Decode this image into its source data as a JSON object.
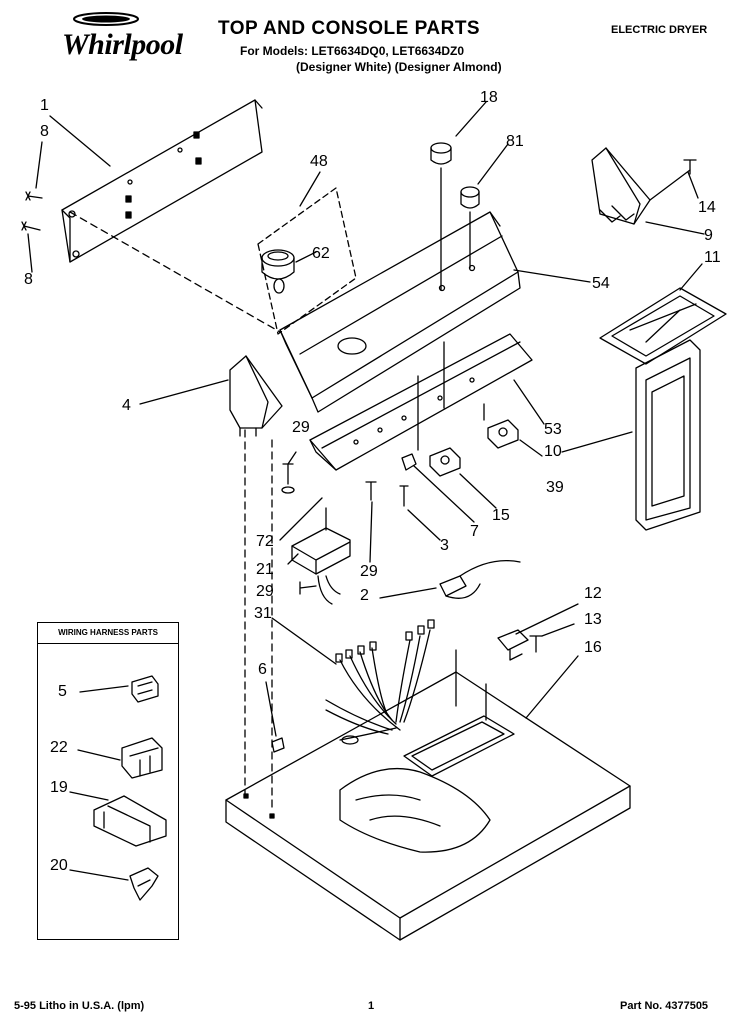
{
  "header": {
    "brand": "Whirlpool",
    "title": "TOP AND CONSOLE PARTS",
    "models_line": "For Models: LET6634DQ0, LET6634DZ0",
    "variants_line": "(Designer White) (Designer Almond)",
    "product_type": "ELECTRIC DRYER"
  },
  "inset": {
    "title": "WIRING HARNESS PARTS"
  },
  "callouts": [
    "1",
    "8",
    "8",
    "48",
    "62",
    "18",
    "81",
    "14",
    "9",
    "54",
    "11",
    "4",
    "29",
    "53",
    "10",
    "39",
    "15",
    "72",
    "7",
    "3",
    "21",
    "29",
    "29",
    "2",
    "31",
    "12",
    "13",
    "16",
    "6",
    "5",
    "22",
    "19",
    "20"
  ],
  "footer": {
    "left": "5-95 Litho in U.S.A. (lpm)",
    "page_number": "1",
    "part_number": "Part No. 4377505"
  },
  "colors": {
    "ink": "#000000",
    "paper": "#ffffff"
  }
}
